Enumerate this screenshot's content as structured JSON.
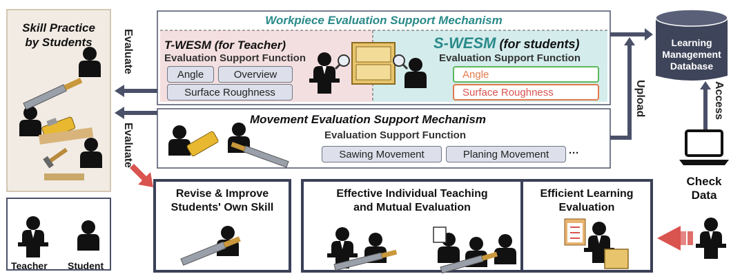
{
  "skill_practice": {
    "title": "Skill Practice\nby Students"
  },
  "arrows": {
    "evaluate_top": "Evaluate",
    "evaluate_bottom": "Evaluate",
    "upload": "Upload",
    "access": "Access"
  },
  "wesm": {
    "title": "Workpiece Evaluation Support Mechanism",
    "teacher": {
      "title": "T-WESM (for Teacher)",
      "subtitle": "Evaluation Support Function",
      "chips": [
        "Angle",
        "Overview",
        "Surface Roughness"
      ]
    },
    "student": {
      "title_prefix": "S-WESM",
      "title_suffix": " (for students)",
      "subtitle": "Evaluation Support Function",
      "chips": [
        "Angle",
        "Surface Roughness"
      ]
    }
  },
  "mesm": {
    "title": "Movement Evaluation Support Mechanism",
    "subtitle": "Evaluation Support Function",
    "chips": [
      "Sawing Movement",
      "Planing Movement"
    ],
    "ellipsis": "···"
  },
  "database": {
    "label": "Learning\nManagement\nDatabase"
  },
  "check_data": {
    "label": "Check\nData"
  },
  "outcomes": [
    {
      "title": "Revise & Improve\nStudents' Own Skill"
    },
    {
      "title": "Effective Individual Teaching\nand Mutual Evaluation"
    },
    {
      "title": "Efficient Learning\nEvaluation"
    }
  ],
  "legend": {
    "teacher": "Teacher",
    "student": "Student"
  },
  "colors": {
    "wesm_title": "#2a8a8a",
    "teacher_panel": "#f4dfe0",
    "student_panel": "#d4ecec",
    "angle_border": "#5cb85c",
    "roughness_border": "#e07a4a",
    "arrow_dark": "#4a5068",
    "red_arrow": "#d9534f",
    "skill_panel": "#f1ebe3"
  }
}
